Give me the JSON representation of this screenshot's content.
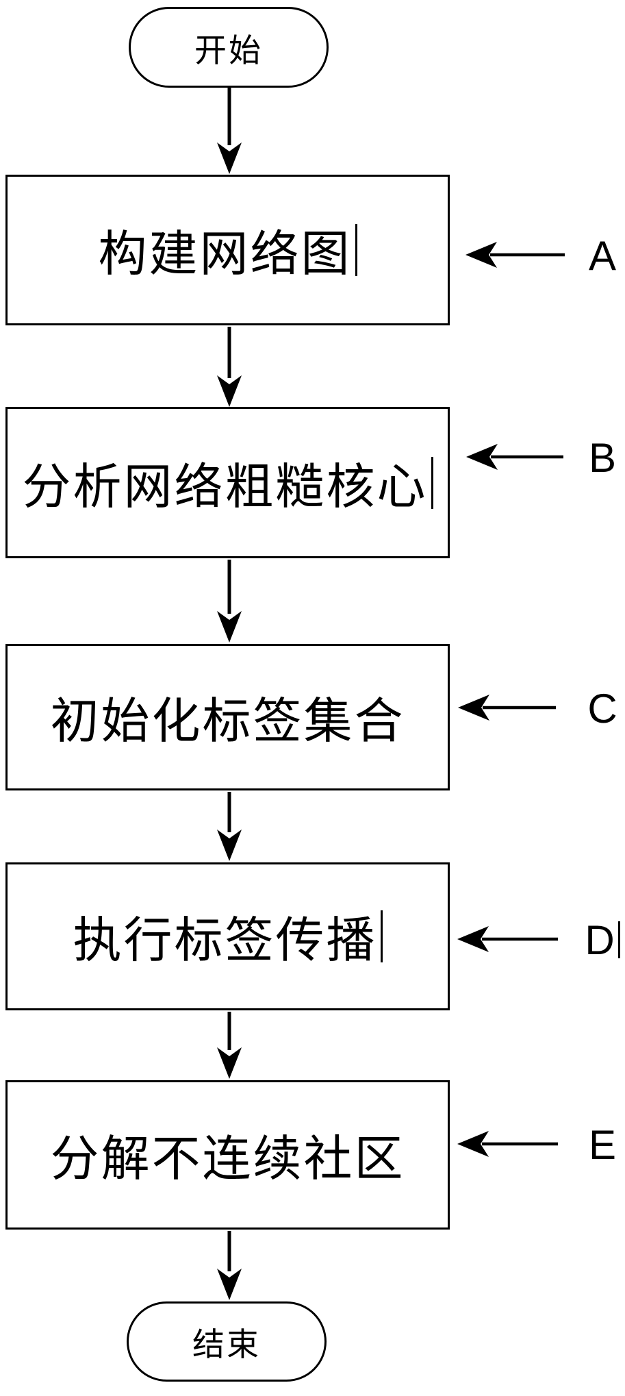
{
  "figure": {
    "type": "flowchart",
    "background_color": "#ffffff",
    "line_color": "#000000",
    "shadow_color": "#777777"
  },
  "flow": {
    "start": {
      "label": "开始"
    },
    "end": {
      "label": "结束"
    },
    "steps": [
      {
        "id": "A",
        "label": "构建网络图",
        "cursor": true
      },
      {
        "id": "B",
        "label": "分析网络粗糙核心",
        "cursor": true
      },
      {
        "id": "C",
        "label": "初始化标签集合",
        "cursor": false
      },
      {
        "id": "D",
        "label": "执行标签传播",
        "cursor": true
      },
      {
        "id": "E",
        "label": "分解不连续社区",
        "cursor": false
      }
    ],
    "annotations": [
      {
        "letter": "A",
        "cursor": false
      },
      {
        "letter": "B",
        "cursor": false
      },
      {
        "letter": "C",
        "cursor": false
      },
      {
        "letter": "D",
        "cursor": true
      },
      {
        "letter": "E",
        "cursor": false
      }
    ]
  }
}
